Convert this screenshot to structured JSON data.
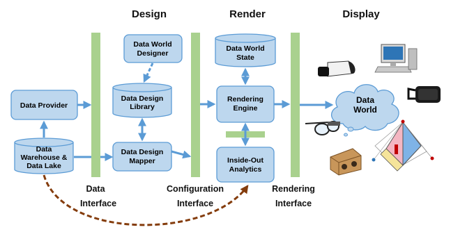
{
  "headers": {
    "design": "Design",
    "render": "Render",
    "display": "Display"
  },
  "nodes": {
    "data_provider": "Data Provider",
    "data_warehouse": [
      "Data",
      "Warehouse &",
      "Data Lake"
    ],
    "data_world_designer": [
      "Data World",
      "Designer"
    ],
    "data_design_library": [
      "Data Design",
      "Library"
    ],
    "data_design_mapper": [
      "Data Design",
      "Mapper"
    ],
    "data_world_state": [
      "Data World",
      "State"
    ],
    "rendering_engine": [
      "Rendering",
      "Engine"
    ],
    "inside_out_analytics": [
      "Inside-Out",
      "Analytics"
    ],
    "data_world_cloud": [
      "Data",
      "World"
    ]
  },
  "interfaces": {
    "data": [
      "Data",
      "Interface"
    ],
    "configuration": [
      "Configuration",
      "Interface"
    ],
    "rendering": [
      "Rendering",
      "Interface"
    ]
  },
  "display_devices": [
    "vr-headset-icon",
    "desktop-computer-icon",
    "oculus-headset-icon",
    "smart-glasses-icon",
    "cardboard-viewer-icon",
    "cave-projection-icon"
  ],
  "colors": {
    "box_fill": "#bdd7ee",
    "box_stroke": "#5b9bd5",
    "interface_bar": "#a9d18e",
    "arrow": "#5b9bd5",
    "feedback_arrow": "#843c0c"
  }
}
